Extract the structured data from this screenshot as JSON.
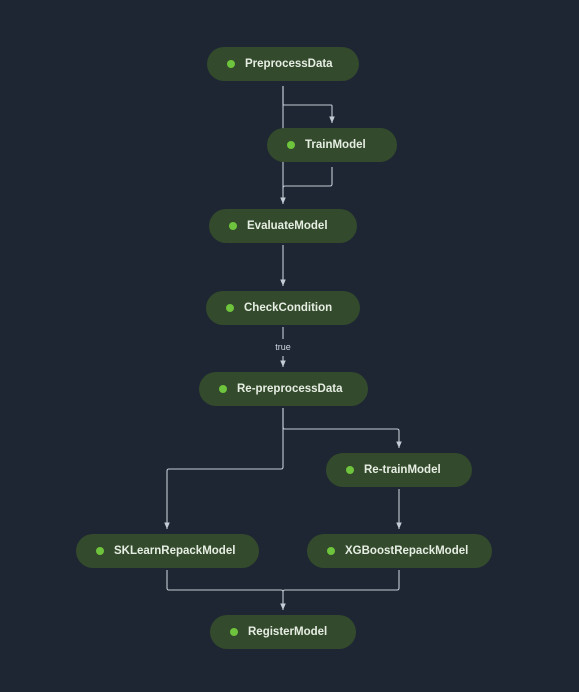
{
  "colors": {
    "background": "#1e2633",
    "node_fill": "#334a2c",
    "status_dot": "#6ec43c",
    "edge": "#c4ccd6",
    "text": "#e6ede3"
  },
  "nodes": {
    "preprocess": {
      "label": "PreprocessData",
      "status_icon": "status-dot-icon"
    },
    "train": {
      "label": "TrainModel",
      "status_icon": "status-dot-icon"
    },
    "evaluate": {
      "label": "EvaluateModel",
      "status_icon": "status-dot-icon"
    },
    "check": {
      "label": "CheckCondition",
      "status_icon": "status-dot-icon"
    },
    "repreprocess": {
      "label": "Re-preprocessData",
      "status_icon": "status-dot-icon"
    },
    "retrain": {
      "label": "Re-trainModel",
      "status_icon": "status-dot-icon"
    },
    "sklearn": {
      "label": "SKLearnRepackModel",
      "status_icon": "status-dot-icon"
    },
    "xgboost": {
      "label": "XGBoostRepackModel",
      "status_icon": "status-dot-icon"
    },
    "register": {
      "label": "RegisterModel",
      "status_icon": "status-dot-icon"
    }
  },
  "edges": [
    {
      "from": "preprocess",
      "to": "train"
    },
    {
      "from": "preprocess",
      "to": "evaluate"
    },
    {
      "from": "train",
      "to": "evaluate"
    },
    {
      "from": "evaluate",
      "to": "check"
    },
    {
      "from": "check",
      "to": "repreprocess",
      "label": "true"
    },
    {
      "from": "repreprocess",
      "to": "retrain"
    },
    {
      "from": "repreprocess",
      "to": "sklearn"
    },
    {
      "from": "retrain",
      "to": "xgboost"
    },
    {
      "from": "sklearn",
      "to": "register"
    },
    {
      "from": "xgboost",
      "to": "register"
    }
  ]
}
